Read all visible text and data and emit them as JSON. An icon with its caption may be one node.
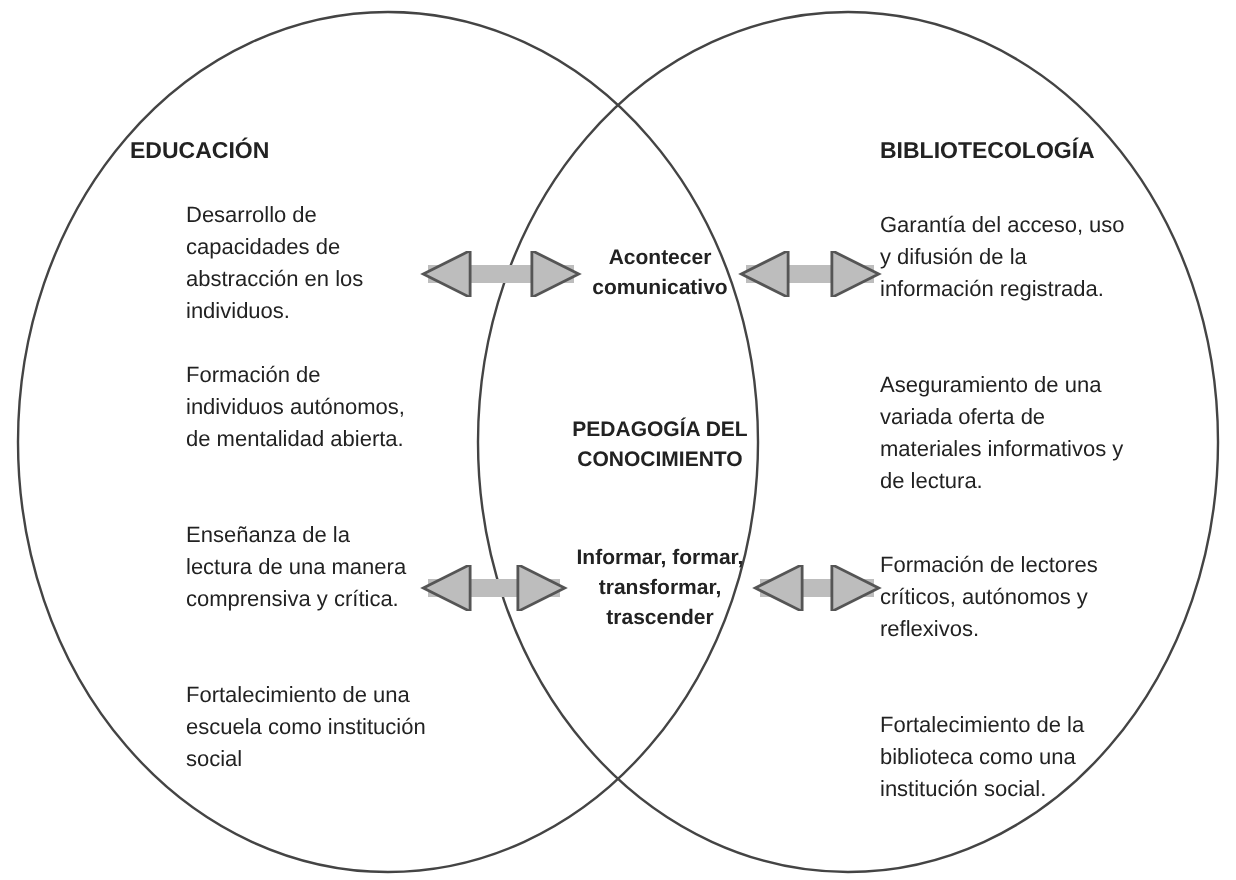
{
  "diagram": {
    "nodes": [
      {
        "text": [
          "EDUCACIÓN"
        ]
      },
      {
        "text": [
          "Desarrollo de capacidades de abstracción en los individuos."
        ],
        "in": 0
      },
      {
        "text": [
          "Formación de individuos autónomos, de mentalidad abierta."
        ],
        "in": 0
      },
      {
        "text": [
          "Enseñanza de la lectura de una manera comprensiva y crítica."
        ],
        "in": 0
      },
      {
        "text": [
          "Fortalecimiento de una escuela como institución social"
        ],
        "in": 0
      },
      {
        "text": [
          "BIBLIOTECOLOGÍA"
        ]
      },
      {
        "text": [
          "Garantía del acceso, uso y difusión de la información registrada."
        ],
        "in": 5
      },
      {
        "text": [
          "Aseguramiento de una variada oferta de materiales informativos y de lectura."
        ],
        "in": 5
      },
      {
        "text": [
          "Formación de lectores críticos, autónomos y reflexivos."
        ],
        "in": 5
      },
      {
        "text": [
          "Fortalecimiento de la biblioteca como una institución social."
        ],
        "in": 5
      },
      {
        "text": [
          "Acontecer comunicativo"
        ]
      },
      {
        "text": [
          "PEDAGOGÍA DEL CONOCIMIENTO"
        ]
      },
      {
        "text": [
          "Informar, formar, transformar, trascender"
        ]
      }
    ],
    "edges": [
      {
        "from": 1,
        "to": 10,
        "arrow": "both"
      },
      {
        "from": 10,
        "to": 6,
        "arrow": "both"
      },
      {
        "from": 3,
        "to": 12,
        "arrow": "both"
      },
      {
        "from": 12,
        "to": 8,
        "arrow": "both"
      }
    ]
  }
}
